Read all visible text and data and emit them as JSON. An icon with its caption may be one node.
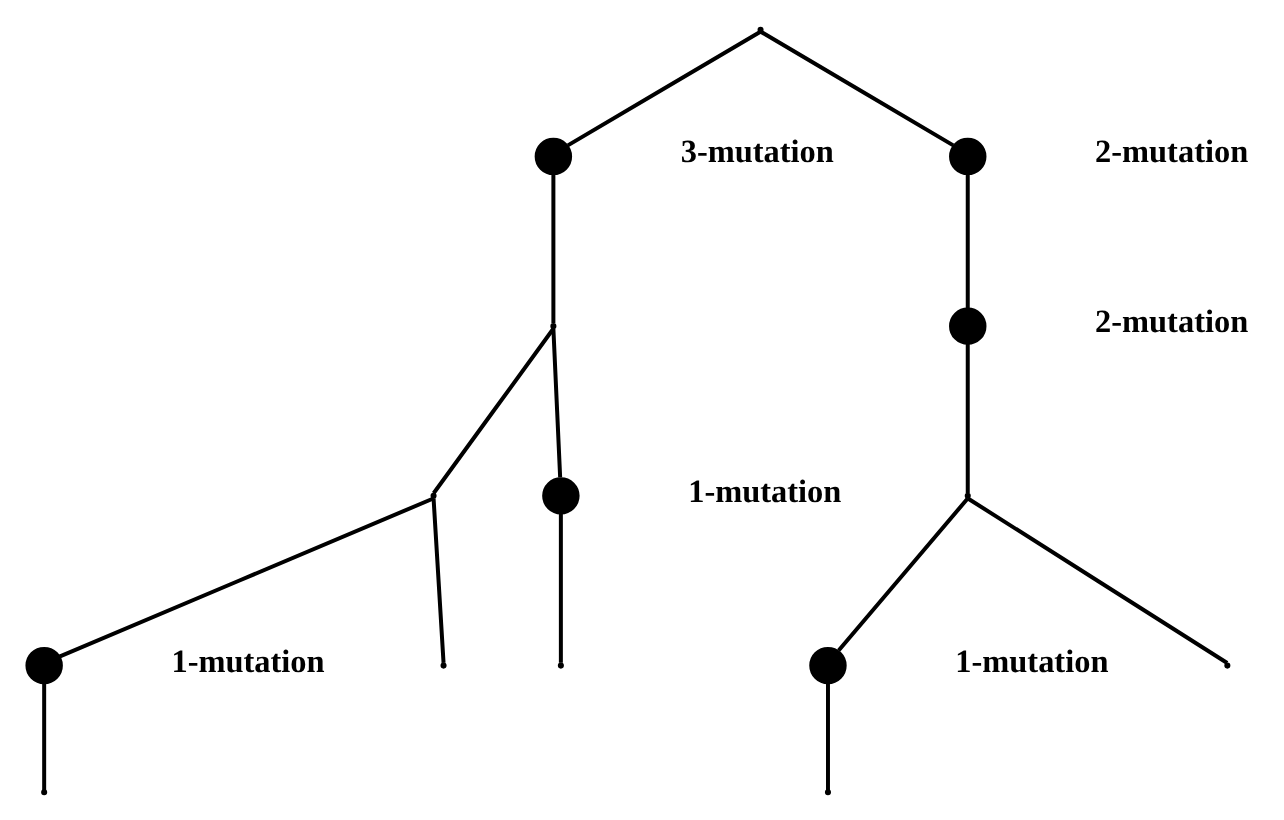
{
  "diagram": {
    "nodes": [
      {
        "text": [],
        "shape": "point"
      },
      {
        "text": [],
        "shape": "circle",
        "beside": [
          "3-mutation"
        ]
      },
      {
        "text": [],
        "shape": "circle",
        "beside": [
          "2-mutation"
        ]
      },
      {
        "text": [],
        "shape": "point"
      },
      {
        "text": [],
        "shape": "circle",
        "beside": [
          "2-mutation"
        ]
      },
      {
        "text": [],
        "shape": "point"
      },
      {
        "text": [],
        "shape": "point"
      },
      {
        "text": [],
        "shape": "circle",
        "beside": [
          "1-mutation"
        ]
      },
      {
        "text": [],
        "shape": "circle",
        "beside": [
          "1-mutation"
        ]
      },
      {
        "text": [],
        "shape": "circle",
        "beside": [
          "1-mutation"
        ]
      },
      {
        "text": [],
        "shape": "point"
      },
      {
        "text": [],
        "shape": "point"
      },
      {
        "text": [],
        "shape": "point"
      },
      {
        "text": [],
        "shape": "point"
      },
      {
        "text": [],
        "shape": "point"
      }
    ],
    "edges": [
      {
        "from": 0,
        "to": 1,
        "arrow": "none"
      },
      {
        "from": 1,
        "to": 3,
        "arrow": "none"
      },
      {
        "from": 3,
        "to": 6,
        "arrow": "none"
      },
      {
        "from": 6,
        "to": 9,
        "arrow": "none"
      },
      {
        "from": 9,
        "to": 10,
        "arrow": "none"
      },
      {
        "from": 6,
        "to": 11,
        "arrow": "none"
      },
      {
        "from": 3,
        "to": 7,
        "arrow": "none"
      },
      {
        "from": 7,
        "to": 12,
        "arrow": "none"
      },
      {
        "from": 0,
        "to": 2,
        "arrow": "none"
      },
      {
        "from": 2,
        "to": 4,
        "arrow": "none"
      },
      {
        "from": 4,
        "to": 5,
        "arrow": "none"
      },
      {
        "from": 5,
        "to": 13,
        "arrow": "none"
      },
      {
        "from": 5,
        "to": 8,
        "arrow": "none"
      },
      {
        "from": 8,
        "to": 14,
        "arrow": "none"
      }
    ]
  }
}
